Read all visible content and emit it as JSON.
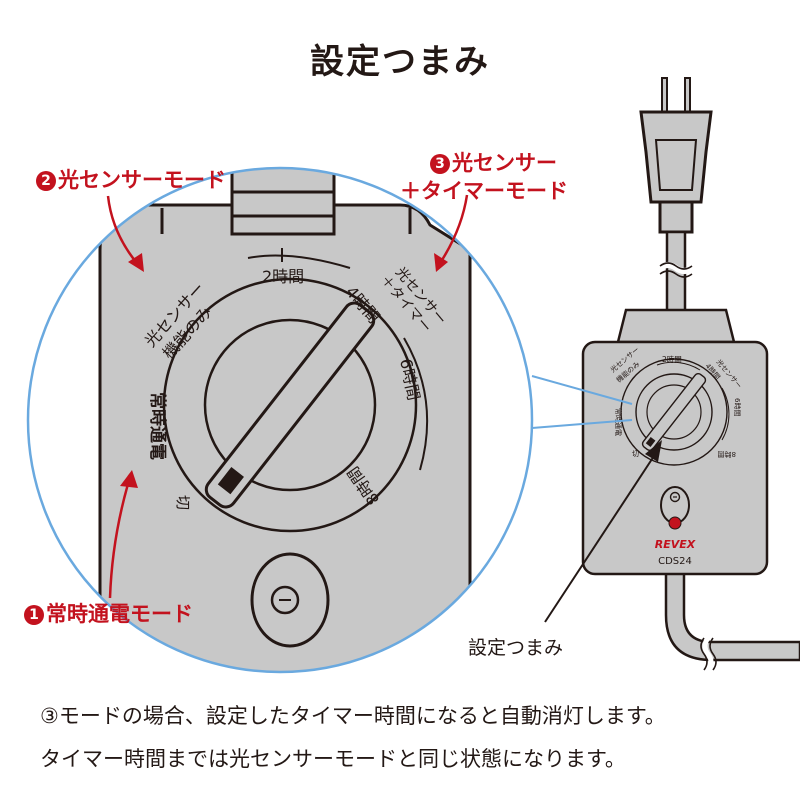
{
  "title": "設定つまみ",
  "modes": {
    "mode1": {
      "num": "1",
      "label": "常時通電モード"
    },
    "mode2": {
      "num": "2",
      "label": "光センサーモード"
    },
    "mode3": {
      "num": "3",
      "label_line1": "光センサー",
      "label_line2": "＋タイマーモード"
    }
  },
  "dial_labels": {
    "sensor_only_1": "光センサー",
    "sensor_only_2": "機能のみ",
    "always_on": "常時通電",
    "off": "切",
    "h2": "2時間",
    "h4": "4時間",
    "sensor_timer_1": "光センサー",
    "sensor_timer_2": "＋タイマー",
    "h6": "6時間",
    "h8": "8時間"
  },
  "device": {
    "brand": "REVEX",
    "model": "CDS24",
    "small_labels": {
      "sensor_only_1": "光センサー",
      "sensor_only_2": "機能のみ",
      "always_on": "常時通電",
      "off": "切",
      "h2": "2時間",
      "h4": "4時間",
      "sensor_timer_1": "光センサー",
      "sensor_timer_2": "＋タイマー",
      "h6": "6時間",
      "h8": "8時間"
    }
  },
  "callout_label": "設定つまみ",
  "footer": {
    "line1": "③モードの場合、設定したタイマー時間になると自動消灯します。",
    "line2": "タイマー時間までは光センサーモードと同じ状態になります。"
  },
  "colors": {
    "accent_red": "#c3121e",
    "circle_blue": "#6aa9df",
    "device_gray": "#c8c8c8"
  }
}
